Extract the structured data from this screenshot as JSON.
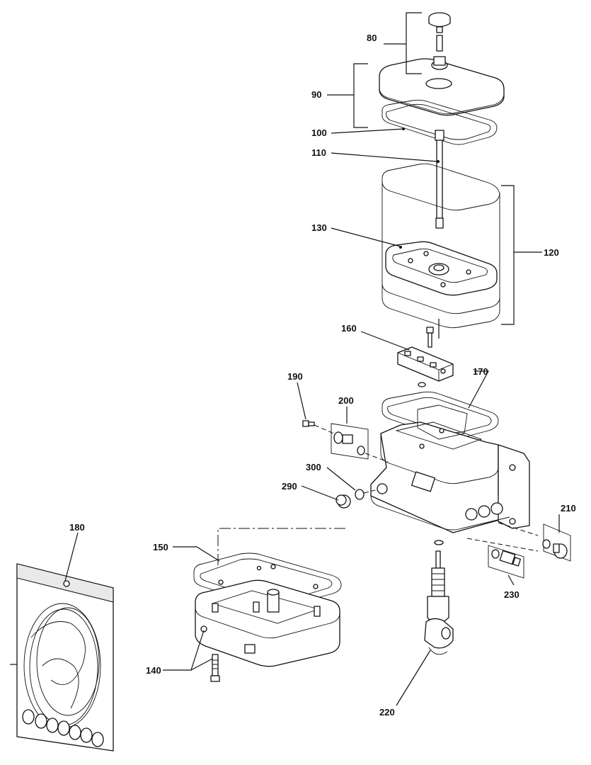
{
  "diagram": {
    "callouts": [
      {
        "id": "80",
        "label": "80"
      },
      {
        "id": "90",
        "label": "90"
      },
      {
        "id": "100",
        "label": "100"
      },
      {
        "id": "110",
        "label": "110"
      },
      {
        "id": "120",
        "label": "120"
      },
      {
        "id": "130",
        "label": "130"
      },
      {
        "id": "140",
        "label": "140"
      },
      {
        "id": "150",
        "label": "150"
      },
      {
        "id": "160",
        "label": "160"
      },
      {
        "id": "170",
        "label": "170"
      },
      {
        "id": "180",
        "label": "180"
      },
      {
        "id": "190",
        "label": "190"
      },
      {
        "id": "200",
        "label": "200"
      },
      {
        "id": "210",
        "label": "210"
      },
      {
        "id": "220",
        "label": "220"
      },
      {
        "id": "230",
        "label": "230"
      },
      {
        "id": "290",
        "label": "290"
      },
      {
        "id": "300",
        "label": "300"
      }
    ]
  }
}
